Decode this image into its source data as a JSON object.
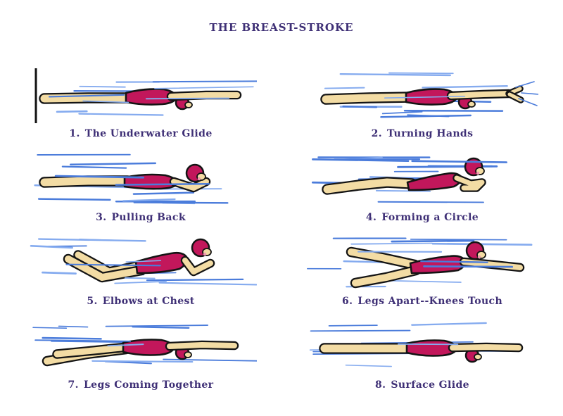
{
  "page": {
    "title": "THE BREAST-STROKE"
  },
  "colors": {
    "text": "#3f3076",
    "suit": "#c2175b",
    "skin": "#f3dca4",
    "blush": "#f09ab0",
    "water_light": "#85abef",
    "water_dark": "#4b7cdb",
    "outline": "#141414"
  },
  "panels": [
    {
      "number": "1.",
      "label": "The Underwater Glide",
      "pose": "underwater-glide"
    },
    {
      "number": "2.",
      "label": "Turning Hands",
      "pose": "turning-hands"
    },
    {
      "number": "3.",
      "label": "Pulling Back",
      "pose": "pulling-back"
    },
    {
      "number": "4.",
      "label": "Forming a Circle",
      "pose": "forming-circle"
    },
    {
      "number": "5.",
      "label": "Elbows at Chest",
      "pose": "elbows-at-chest"
    },
    {
      "number": "6.",
      "label": "Legs Apart--Knees Touch",
      "pose": "legs-apart-knees-touch"
    },
    {
      "number": "7.",
      "label": "Legs Coming Together",
      "pose": "legs-coming-together"
    },
    {
      "number": "8.",
      "label": "Surface Glide",
      "pose": "surface-glide"
    }
  ]
}
